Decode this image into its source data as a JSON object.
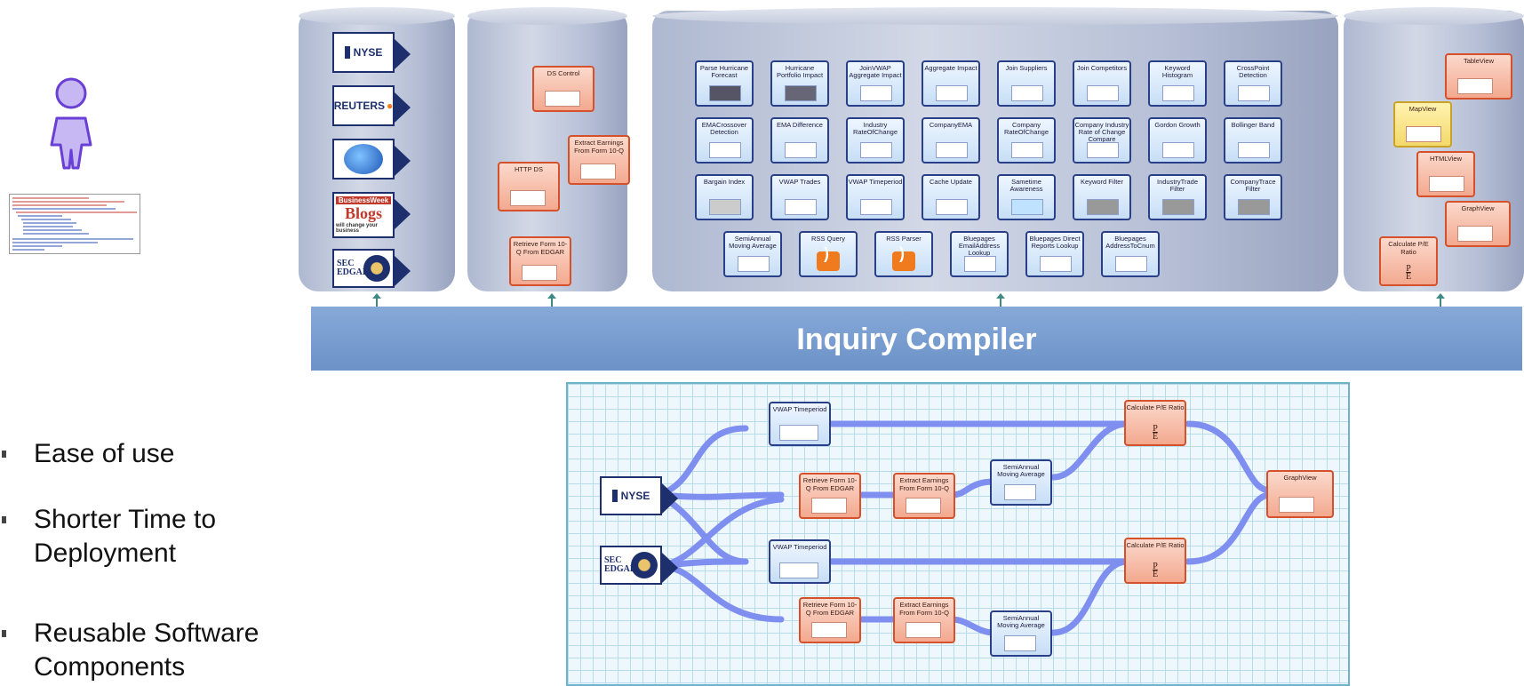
{
  "sources": [
    {
      "label": "NYSE",
      "icon": "nyse-logo"
    },
    {
      "label": "REUTERS",
      "icon": "reuters-logo"
    },
    {
      "label": "",
      "icon": "noaa-globe-logo"
    },
    {
      "label": "Blogs",
      "icon": "businessweek-blogs-logo",
      "header": "BusinessWeek",
      "tagline": "will change your business"
    },
    {
      "label": "SEC EDGAR",
      "icon": "sec-seal-logo"
    }
  ],
  "ingest_components": [
    {
      "label": "DS Control"
    },
    {
      "label": "Extract Earnings From Form 10-Q"
    },
    {
      "label": "HTTP DS"
    },
    {
      "label": "Retrieve Form 10-Q From EDGAR"
    }
  ],
  "analytics_components": [
    "Parse Hurricane Forecast",
    "Hurricane Portfolio Impact",
    "JoinVWAP Aggregate Impact",
    "Aggregate Impact",
    "Join Suppliers",
    "Join Competitors",
    "Keyword Histogram",
    "CrossPoint Detection",
    "EMACrossover Detection",
    "EMA Difference",
    "Industry RateOfChange",
    "CompanyEMA",
    "Company RateOfChange",
    "Company Industry Rate of Change Compare",
    "Gordon Growth",
    "Bollinger Band",
    "Bargain Index",
    "VWAP Trades",
    "VWAP Timeperiod",
    "Cache Update",
    "Sametime Awareness",
    "Keyword Filter",
    "IndustryTrade Filter",
    "CompanyTrace Filter",
    "SemiAnnual Moving Average",
    "RSS Query",
    "RSS Parser",
    "Bluepages EmailAddress Lookup",
    "Bluepages Direct Reports Lookup",
    "Bluepages AddressToCnum"
  ],
  "sink_components": [
    {
      "label": "TableView"
    },
    {
      "label": "MapView"
    },
    {
      "label": "HTMLView"
    },
    {
      "label": "GraphView"
    },
    {
      "label": "Calculate P/E Ratio",
      "formula": "P",
      "formula_den": "E"
    }
  ],
  "compiler": {
    "title": "Inquiry Compiler"
  },
  "bullets": [
    "Ease of use",
    "Shorter Time to Deployment",
    "Reusable Software Components"
  ],
  "flow": {
    "nyse": "NYSE",
    "sec": "SEC EDGAR",
    "vwap": "VWAP Timeperiod",
    "retrieve": "Retrieve Form 10-Q From EDGAR",
    "extract": "Extract Earnings From Form 10-Q",
    "sma": "SemiAnnual Moving Average",
    "pe": "Calculate P/E Ratio",
    "pe_num": "P",
    "pe_den": "E",
    "graph": "GraphView"
  },
  "colors": {
    "component_border": "#2a3f8a",
    "orange_border": "#d4512b",
    "pipe": "#7f8ff0",
    "bar": "#6c92c8"
  }
}
